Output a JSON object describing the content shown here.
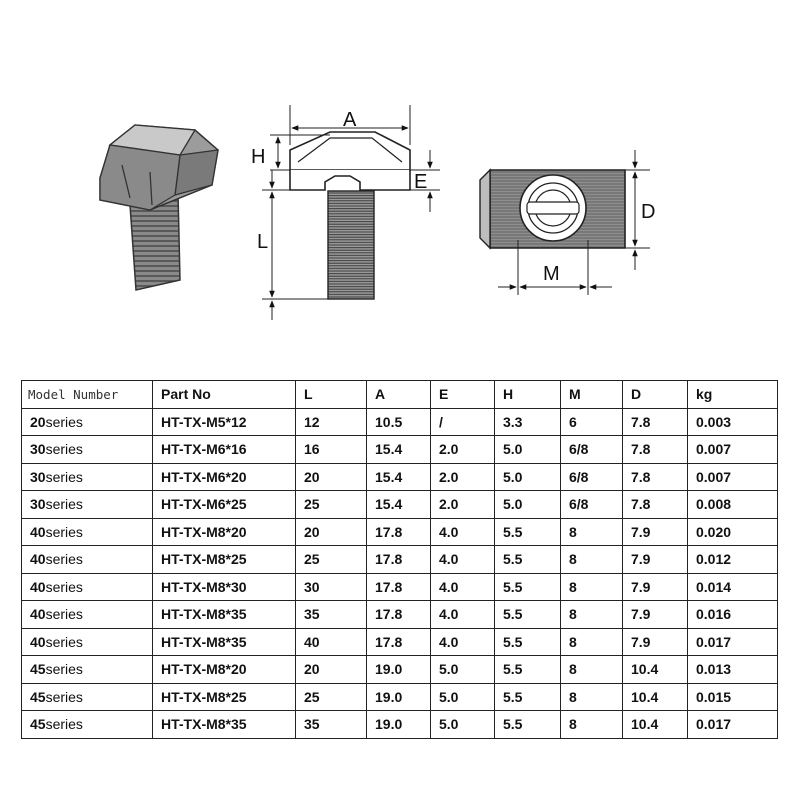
{
  "diagram": {
    "labels": {
      "A": "A",
      "H": "H",
      "E": "E",
      "L": "L",
      "D": "D",
      "M": "M"
    },
    "icons": [
      "t-bolt-3d-view",
      "t-bolt-side-view",
      "t-bolt-top-view"
    ]
  },
  "table": {
    "headers": [
      "Model Number",
      "Part No",
      "L",
      "A",
      "E",
      "H",
      "M",
      "D",
      "kg"
    ],
    "rows": [
      {
        "series_num": "20",
        "series_sfx": "series",
        "part": "HT-TX-M5*12",
        "L": "12",
        "A": "10.5",
        "E": "/",
        "H": "3.3",
        "M": "6",
        "D": "7.8",
        "kg": "0.003"
      },
      {
        "series_num": "30",
        "series_sfx": "series",
        "part": "HT-TX-M6*16",
        "L": "16",
        "A": "15.4",
        "E": "2.0",
        "H": "5.0",
        "M": "6/8",
        "D": "7.8",
        "kg": "0.007"
      },
      {
        "series_num": "30",
        "series_sfx": "series",
        "part": "HT-TX-M6*20",
        "L": "20",
        "A": "15.4",
        "E": "2.0",
        "H": "5.0",
        "M": "6/8",
        "D": "7.8",
        "kg": "0.007"
      },
      {
        "series_num": "30",
        "series_sfx": "series",
        "part": "HT-TX-M6*25",
        "L": "25",
        "A": "15.4",
        "E": "2.0",
        "H": "5.0",
        "M": "6/8",
        "D": "7.8",
        "kg": "0.008"
      },
      {
        "series_num": "40",
        "series_sfx": "series",
        "part": "HT-TX-M8*20",
        "L": "20",
        "A": "17.8",
        "E": "4.0",
        "H": "5.5",
        "M": "8",
        "D": "7.9",
        "kg": "0.020"
      },
      {
        "series_num": "40",
        "series_sfx": "series",
        "part": "HT-TX-M8*25",
        "L": "25",
        "A": "17.8",
        "E": "4.0",
        "H": "5.5",
        "M": "8",
        "D": "7.9",
        "kg": "0.012"
      },
      {
        "series_num": "40",
        "series_sfx": "series",
        "part": "HT-TX-M8*30",
        "L": "30",
        "A": "17.8",
        "E": "4.0",
        "H": "5.5",
        "M": "8",
        "D": "7.9",
        "kg": "0.014"
      },
      {
        "series_num": "40",
        "series_sfx": "series",
        "part": "HT-TX-M8*35",
        "L": "35",
        "A": "17.8",
        "E": "4.0",
        "H": "5.5",
        "M": "8",
        "D": "7.9",
        "kg": "0.016"
      },
      {
        "series_num": "40",
        "series_sfx": "series",
        "part": "HT-TX-M8*35",
        "L": "40",
        "A": "17.8",
        "E": "4.0",
        "H": "5.5",
        "M": "8",
        "D": "7.9",
        "kg": "0.017"
      },
      {
        "series_num": "45",
        "series_sfx": "series",
        "part": "HT-TX-M8*20",
        "L": "20",
        "A": "19.0",
        "E": "5.0",
        "H": "5.5",
        "M": "8",
        "D": "10.4",
        "kg": "0.013"
      },
      {
        "series_num": "45",
        "series_sfx": "series",
        "part": "HT-TX-M8*25",
        "L": "25",
        "A": "19.0",
        "E": "5.0",
        "H": "5.5",
        "M": "8",
        "D": "10.4",
        "kg": "0.015"
      },
      {
        "series_num": "45",
        "series_sfx": "series",
        "part": "HT-TX-M8*35",
        "L": "35",
        "A": "19.0",
        "E": "5.0",
        "H": "5.5",
        "M": "8",
        "D": "10.4",
        "kg": "0.017"
      }
    ]
  }
}
